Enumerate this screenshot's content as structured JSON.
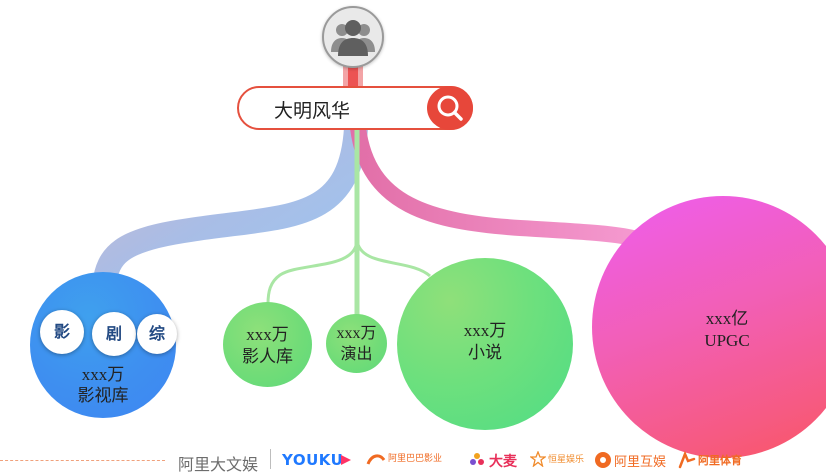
{
  "search": {
    "query": "大明风华"
  },
  "library": {
    "chips": [
      "影",
      "剧",
      "综"
    ],
    "count": "xxx万",
    "name": "影视库"
  },
  "bubbles": {
    "artist": {
      "count": "xxx万",
      "name": "影人库"
    },
    "show": {
      "count": "xxx万",
      "name": "演出"
    },
    "novel": {
      "count": "xxx万",
      "name": "小说"
    },
    "upgc": {
      "count": "xxx亿",
      "name": "UPGC"
    }
  },
  "footer": {
    "alibaba": "阿里大文娱",
    "youku": "YOUKU",
    "pictures": "阿里巴巴影业",
    "damai": "大麦",
    "jingwen": "恒星娱乐",
    "hudong": "阿里互娱",
    "sports": "阿里体育"
  },
  "colors": {
    "accent_red": "#e7473a",
    "library_blue": "#3f8ff0",
    "green": "#5fdc80",
    "pink": "#f25fb6"
  }
}
